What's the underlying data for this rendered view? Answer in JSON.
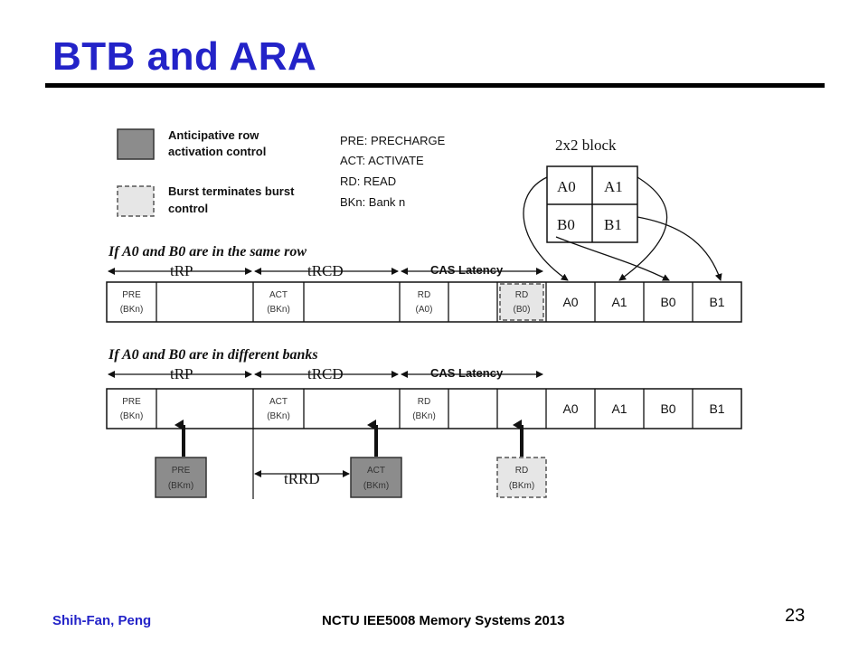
{
  "slide": {
    "title": "BTB and ARA",
    "footer_author": "Shih-Fan, Peng",
    "footer_course": "NCTU IEE5008 Memory Systems 2013",
    "page_number": "23"
  },
  "legend": {
    "anticipative_line1": "Anticipative row",
    "anticipative_line2": "activation control",
    "burst_line1": "Burst terminates burst",
    "burst_line2": "control",
    "abbr_pre": "PRE: PRECHARGE",
    "abbr_act": "ACT: ACTIVATE",
    "abbr_rd": "RD: READ",
    "abbr_bkn": "BKn: Bank n"
  },
  "block": {
    "title": "2x2 block",
    "cells": [
      "A0",
      "A1",
      "B0",
      "B1"
    ]
  },
  "timing": {
    "t_rp": "tRP",
    "t_rcd": "tRCD",
    "cas_latency": "CAS Latency",
    "t_rrd": "tRRD"
  },
  "row1": {
    "heading": "If A0 and B0 are in the same row",
    "cells": [
      {
        "top": "PRE",
        "bot": "(BKn)"
      },
      {
        "top": "",
        "bot": ""
      },
      {
        "top": "ACT",
        "bot": "(BKn)"
      },
      {
        "top": "",
        "bot": ""
      },
      {
        "top": "RD",
        "bot": "(A0)"
      },
      {
        "top": "",
        "bot": ""
      },
      {
        "top": "RD",
        "bot": "(B0)"
      },
      {
        "top": "A0",
        "bot": ""
      },
      {
        "top": "A1",
        "bot": ""
      },
      {
        "top": "B0",
        "bot": ""
      },
      {
        "top": "B1",
        "bot": ""
      }
    ]
  },
  "row2": {
    "heading": "If A0 and B0 are in different banks",
    "cells": [
      {
        "top": "PRE",
        "bot": "(BKn)"
      },
      {
        "top": "",
        "bot": ""
      },
      {
        "top": "ACT",
        "bot": "(BKn)"
      },
      {
        "top": "",
        "bot": ""
      },
      {
        "top": "RD",
        "bot": "(BKn)"
      },
      {
        "top": "",
        "bot": ""
      },
      {
        "top": "",
        "bot": ""
      },
      {
        "top": "A0",
        "bot": ""
      },
      {
        "top": "A1",
        "bot": ""
      },
      {
        "top": "B0",
        "bot": ""
      },
      {
        "top": "B1",
        "bot": ""
      }
    ],
    "sub_pre": {
      "top": "PRE",
      "bot": "(BKm)"
    },
    "sub_act": {
      "top": "ACT",
      "bot": "(BKm)"
    },
    "sub_rd": {
      "top": "RD",
      "bot": "(BKm)"
    }
  },
  "colors": {
    "title_blue": "#2323c8",
    "anticipative_fill": "#8c8c8c",
    "burst_fill": "#e6e6e6"
  }
}
